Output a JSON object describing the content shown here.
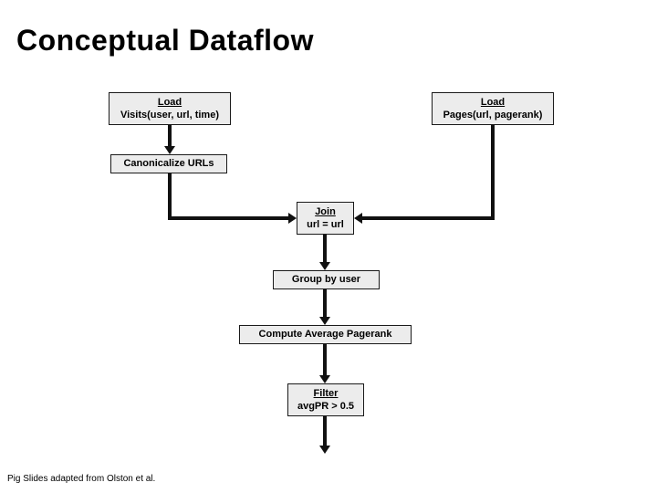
{
  "slide": {
    "title": "Conceptual Dataflow",
    "footer": "Pig Slides adapted from Olston et al."
  },
  "diagram": {
    "nodes": {
      "load_visits": {
        "op": "Load",
        "detail": "Visits(user, url, time)"
      },
      "load_pages": {
        "op": "Load",
        "detail": "Pages(url, pagerank)"
      },
      "canonicalize": {
        "op": "Canonicalize URLs"
      },
      "join": {
        "op": "Join",
        "detail": "url = url"
      },
      "group_by_user": {
        "op": "Group by user"
      },
      "compute_avg_pagerank": {
        "op": "Compute Average Pagerank"
      },
      "filter": {
        "op": "Filter",
        "detail": "avgPR > 0.5"
      }
    },
    "edges": [
      {
        "from": "load_visits",
        "to": "canonicalize"
      },
      {
        "from": "canonicalize",
        "to": "join"
      },
      {
        "from": "load_pages",
        "to": "join"
      },
      {
        "from": "join",
        "to": "group_by_user"
      },
      {
        "from": "group_by_user",
        "to": "compute_avg_pagerank"
      },
      {
        "from": "compute_avg_pagerank",
        "to": "filter"
      },
      {
        "from": "filter",
        "to": "output"
      }
    ],
    "colors": {
      "background": "#ffffff",
      "title_text": "#000000",
      "box_fill": "#ececec",
      "box_border": "#1a1a1a",
      "arrow": "#111111"
    }
  }
}
